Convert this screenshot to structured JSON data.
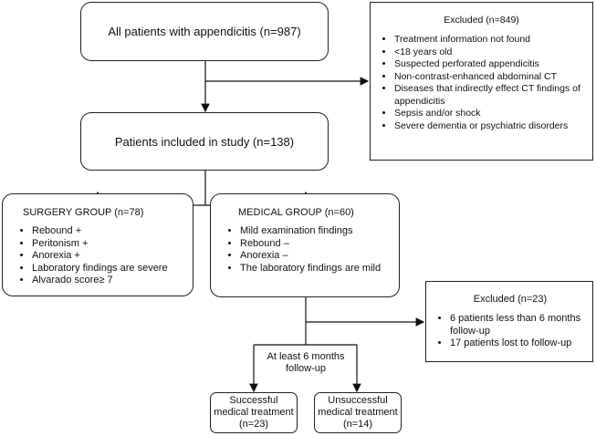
{
  "boxes": {
    "all_patients": "All patients with appendicitis (n=987)",
    "included": "Patients included in study (n=138)",
    "excluded_main": {
      "title": "Excluded (n=849)",
      "items": [
        "Treatment information not found",
        "<18 years old",
        "Suspected perforated appendicitis",
        "Non-contrast-enhanced abdominal CT",
        "Diseases that indirectly effect CT findings of appendicitis",
        "Sepsis and/or shock",
        "Severe dementia or psychiatric disorders"
      ]
    },
    "surgery": {
      "title": "SURGERY GROUP (n=78)",
      "items": [
        "Rebound +",
        "Peritonism +",
        "Anorexia +",
        "Laboratory findings are severe",
        "Alvarado score≥ 7"
      ]
    },
    "medical": {
      "title": "MEDICAL GROUP (n=60)",
      "items": [
        "Mild examination findings",
        "Rebound –",
        "Anorexia –",
        "The laboratory findings are mild"
      ]
    },
    "excluded_followup": {
      "title": "Excluded (n=23)",
      "items": [
        "6 patients less than 6 months follow-up",
        "17 patients lost to follow-up"
      ]
    },
    "followup_label": "At least 6 months follow-up",
    "successful": "Successful medical treatment (n=23)",
    "unsuccessful": "Unsuccessful medical treatment (n=14)"
  }
}
